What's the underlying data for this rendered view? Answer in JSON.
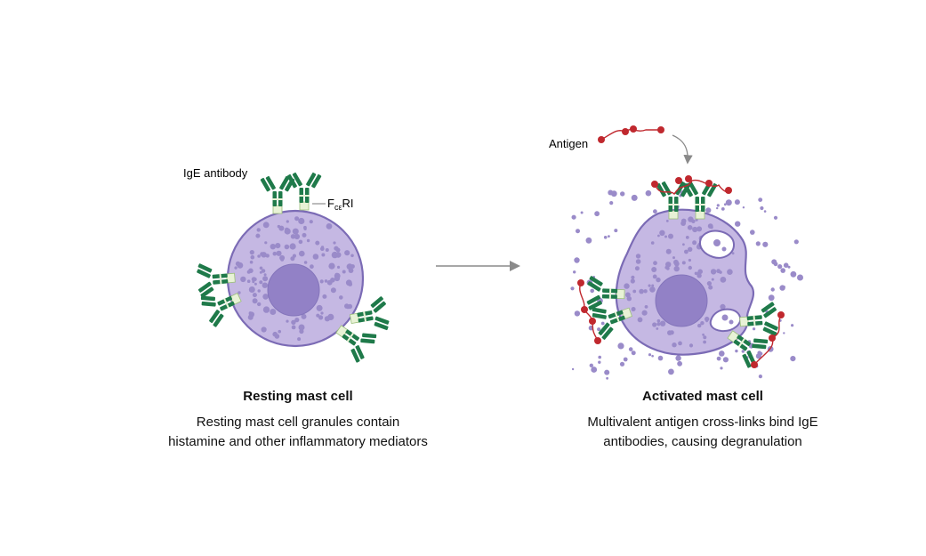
{
  "left_panel": {
    "title": "Resting mast cell",
    "description_line1": "Resting mast cell granules contain",
    "description_line2": "histamine and other inflammatory mediators",
    "label_ige": "IgE antibody",
    "label_receptor_main": "F",
    "label_receptor_sub": "cε",
    "label_receptor_suffix": "RI"
  },
  "right_panel": {
    "title": "Activated mast cell",
    "description_line1": "Multivalent antigen cross-links bind IgE",
    "description_line2": "antibodies, causing degranulation",
    "label_antigen": "Antigen"
  },
  "colors": {
    "cell_fill": "#c5b8e3",
    "cell_stroke": "#7b6bb5",
    "nucleus": "#9281c6",
    "granule": "#9a8bc9",
    "antibody": "#1f7a4a",
    "receptor": "#e8f2d6",
    "antigen": "#c0282e",
    "arrow": "#8a8a8a"
  }
}
